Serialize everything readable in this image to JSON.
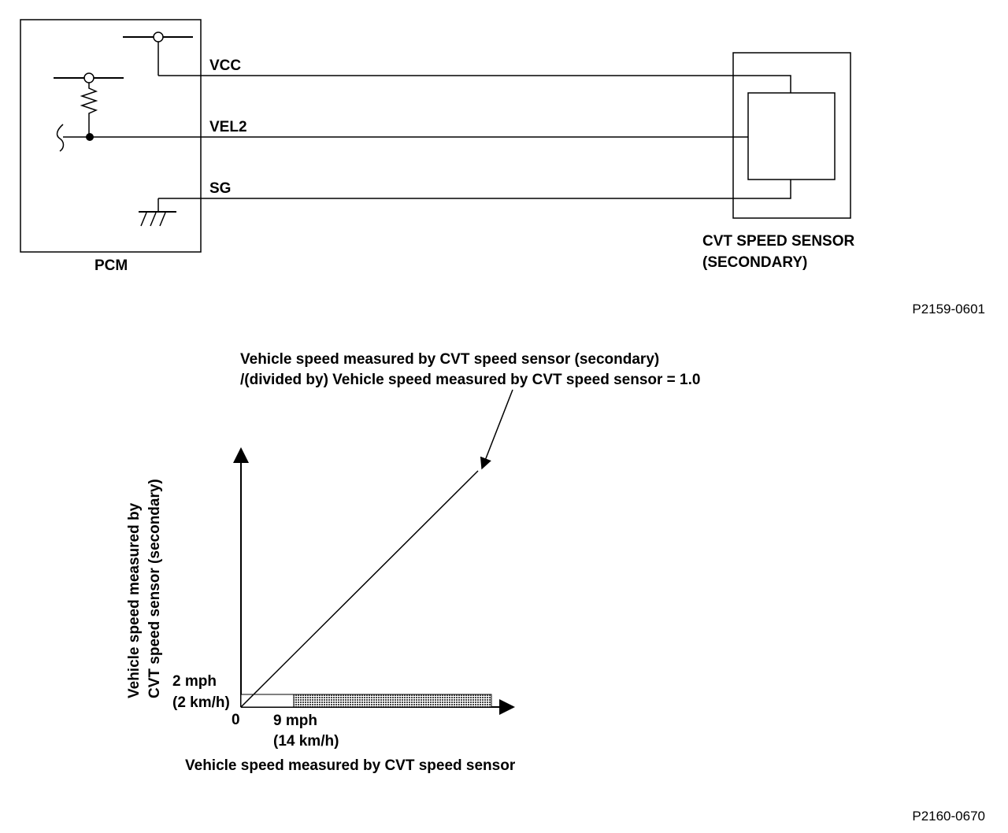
{
  "wiring": {
    "pcm_label": "PCM",
    "wires": {
      "vcc": "VCC",
      "vel2": "VEL2",
      "sg": "SG"
    },
    "sensor_label_line1": "CVT SPEED SENSOR",
    "sensor_label_line2": "(SECONDARY)",
    "figure_id": "P2159-0601"
  },
  "graph": {
    "annotation_line1": "Vehicle speed measured by CVT speed sensor (secondary)",
    "annotation_line2": "/(divided by) Vehicle speed measured by CVT speed sensor = 1.0",
    "y_axis_label_line1": "Vehicle speed measured by",
    "y_axis_label_line2": "CVT speed sensor (secondary)",
    "x_axis_label": "Vehicle speed measured by CVT speed sensor",
    "origin_label": "0",
    "y_threshold_label_line1": "2 mph",
    "y_threshold_label_line2": "(2 km/h)",
    "x_threshold_label_line1": "9 mph",
    "x_threshold_label_line2": "(14 km/h)",
    "figure_id": "P2160-0670"
  },
  "colors": {
    "ink": "#000000",
    "background": "#ffffff",
    "hatch": "#555555"
  }
}
